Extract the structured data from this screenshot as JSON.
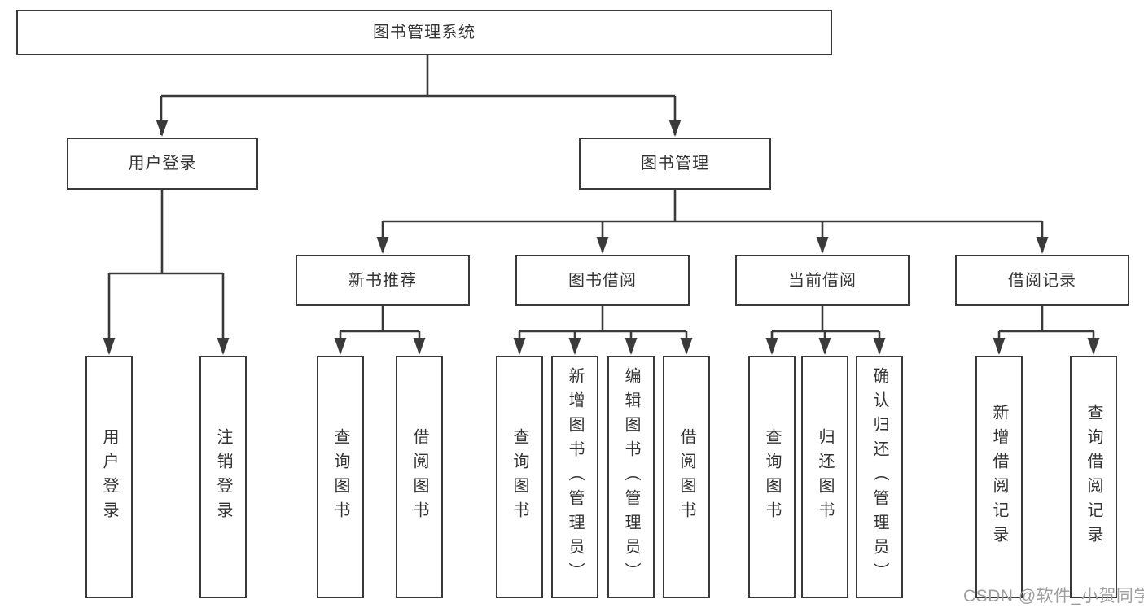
{
  "diagram_title": "图书管理系统",
  "colors": {
    "line": "#3a3a3a",
    "border": "#3a3a3a",
    "text": "#333333",
    "watermark": "#9e9e9e",
    "background": "#ffffff"
  },
  "tree": {
    "root": {
      "label": "图书管理系统"
    },
    "branches": [
      {
        "label": "用户登录",
        "children": [
          {
            "label": "用户登录"
          },
          {
            "label": "注销登录"
          }
        ]
      },
      {
        "label": "图书管理",
        "children": [
          {
            "label": "新书推荐",
            "children": [
              {
                "label": "查询图书"
              },
              {
                "label": "借阅图书"
              }
            ]
          },
          {
            "label": "图书借阅",
            "children": [
              {
                "label": "查询图书"
              },
              {
                "label": "新增图书（管理员）"
              },
              {
                "label": "编辑图书（管理员）"
              },
              {
                "label": "借阅图书"
              }
            ]
          },
          {
            "label": "当前借阅",
            "children": [
              {
                "label": "查询图书"
              },
              {
                "label": "归还图书"
              },
              {
                "label": "确认归还（管理员）"
              }
            ]
          },
          {
            "label": "借阅记录",
            "children": [
              {
                "label": "新增借阅记录"
              },
              {
                "label": "查询借阅记录"
              }
            ]
          }
        ]
      }
    ]
  },
  "watermark": {
    "text": "CSDN @软件_小贺同学"
  }
}
